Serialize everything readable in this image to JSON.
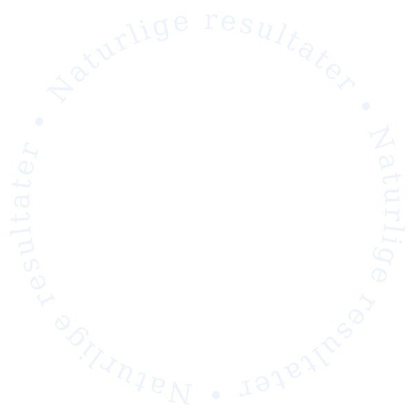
{
  "badge": {
    "phrase": "Naturlige resultater",
    "separator": "•",
    "repetitions": [
      "Naturlige resultater",
      "Naturlige resultater",
      "Naturlige resultater"
    ],
    "text_color": "#eef3fc",
    "background": "#ffffff"
  }
}
